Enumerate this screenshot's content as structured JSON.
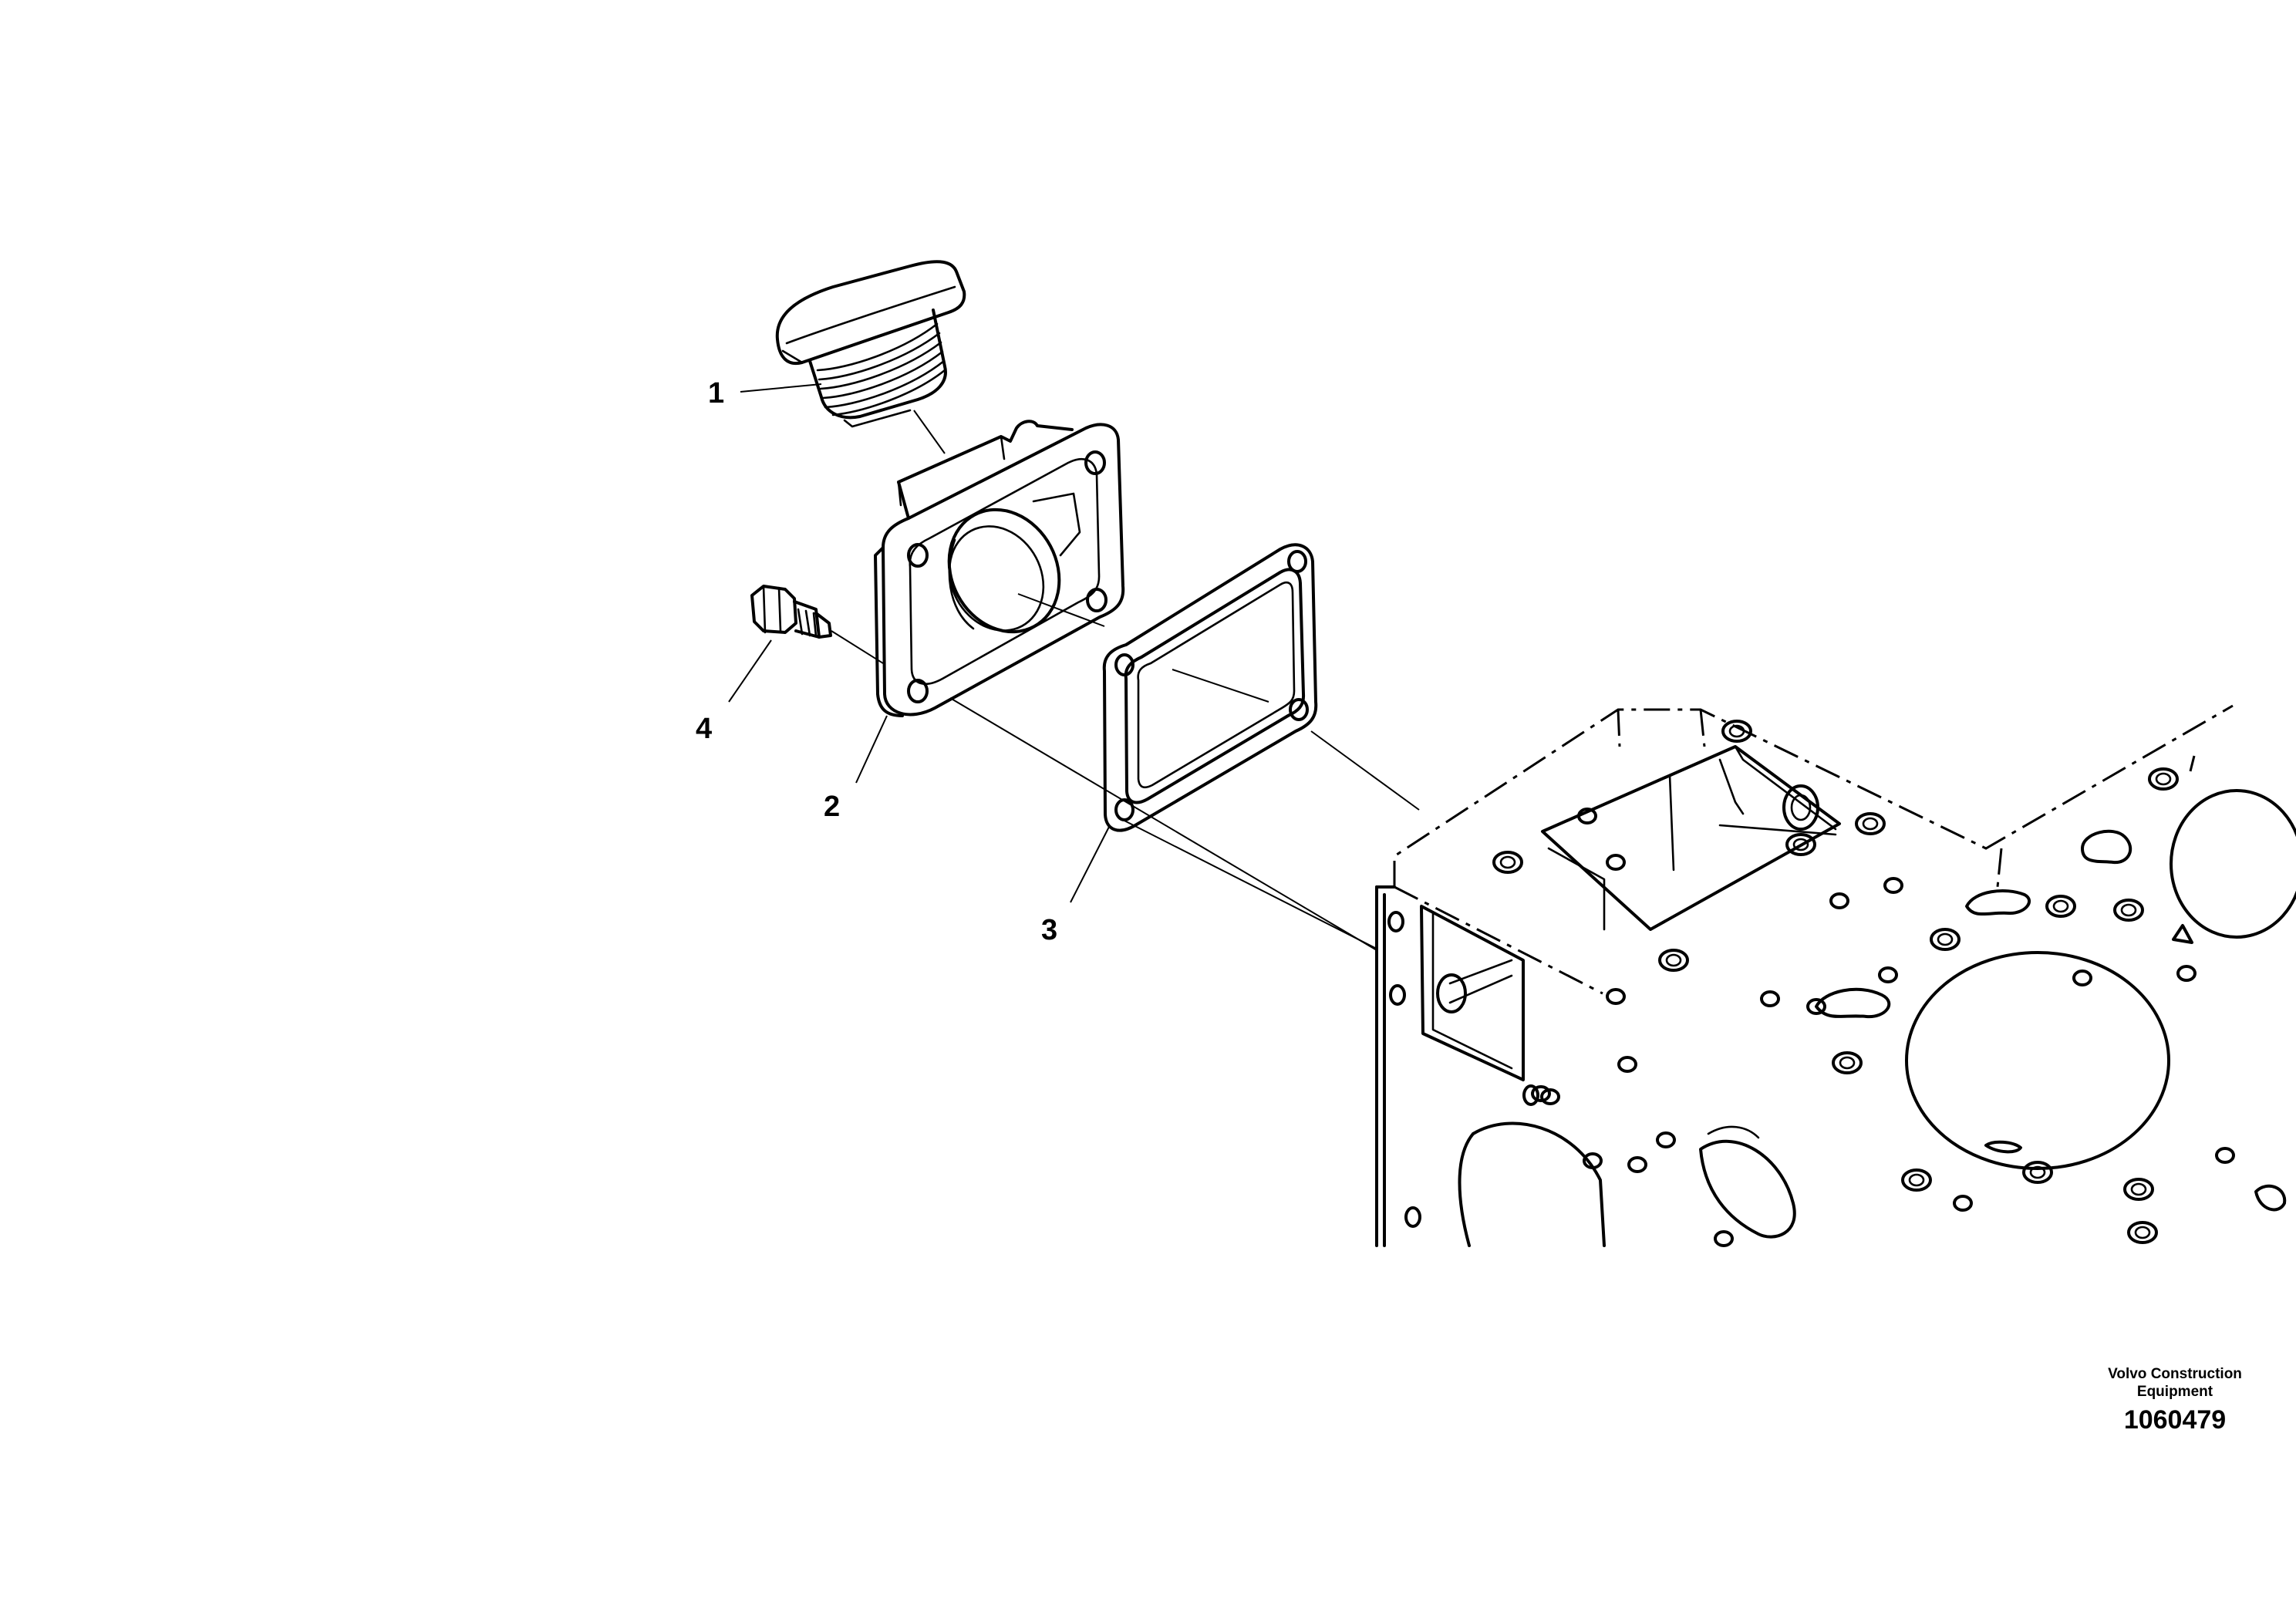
{
  "callouts": [
    {
      "number": "1",
      "part": "plug"
    },
    {
      "number": "2",
      "part": "flange"
    },
    {
      "number": "3",
      "part": "gasket"
    },
    {
      "number": "4",
      "part": "screw"
    }
  ],
  "credit": {
    "maker_line1": "Volvo Construction",
    "maker_line2": "Equipment",
    "drawing_number": "1060479"
  }
}
